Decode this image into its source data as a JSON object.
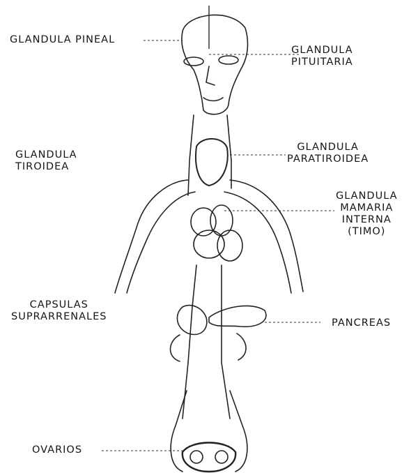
{
  "labels": {
    "pineal": [
      "GLANDULA PINEAL"
    ],
    "pituitaria": [
      "GLANDULA",
      "PITUITARIA"
    ],
    "tiroidea": [
      "GLANDULA",
      "TIROIDEA"
    ],
    "paratiroidea": [
      "GLANDULA",
      "PARATIROIDEA"
    ],
    "mamaria": [
      "GLANDULA",
      "MAMARIA",
      "INTERNA",
      "(TIMO)"
    ],
    "suprarrenales": [
      "CAPSULAS",
      "SUPRARRENALES"
    ],
    "pancreas": [
      "PANCREAS"
    ],
    "ovarios": [
      "OVARIOS"
    ]
  }
}
